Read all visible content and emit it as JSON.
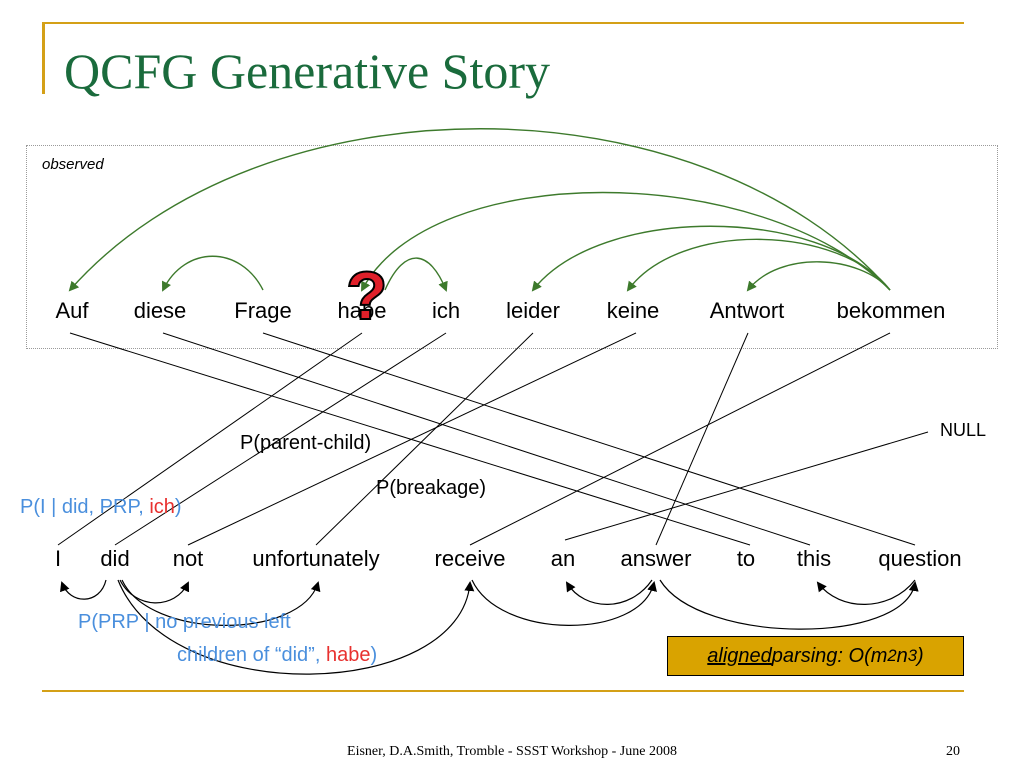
{
  "slide": {
    "title": "QCFG Generative Story",
    "observed_label": "observed",
    "question_mark": "?",
    "null_label": "NULL",
    "p_parent_child": "P(parent-child)",
    "p_breakage": "P(breakage)",
    "p_i": {
      "a": "P(I | did, PRP, ",
      "b": "ich",
      "c": ")"
    },
    "p_prp": {
      "line1": "P(PRP | no previous left",
      "line2a": "children of “did”, ",
      "line2b": "habe",
      "line2c": ")"
    },
    "aligned_box": {
      "u": "aligned",
      "rest": " parsing: O(m",
      "sup1": "2",
      "mid": "n",
      "sup2": "3",
      "end": ")"
    },
    "footer": "Eisner, D.A.Smith, Tromble - SSST Workshop - June 2008",
    "page_number": "20"
  },
  "german_words": [
    "Auf",
    "diese",
    "Frage",
    "habe",
    "ich",
    "leider",
    "keine",
    "Antwort",
    "bekommen"
  ],
  "english_words": [
    "I",
    "did",
    "not",
    "unfortunately",
    "receive",
    "an",
    "answer",
    "to",
    "this",
    "question"
  ],
  "colors": {
    "accent_gold": "#d4a017",
    "title_green": "#1a6b3c",
    "arc_green": "#3d7a2c",
    "blue": "#4a8fdd",
    "red": "#e8312f",
    "box_gold": "#d9a300"
  }
}
